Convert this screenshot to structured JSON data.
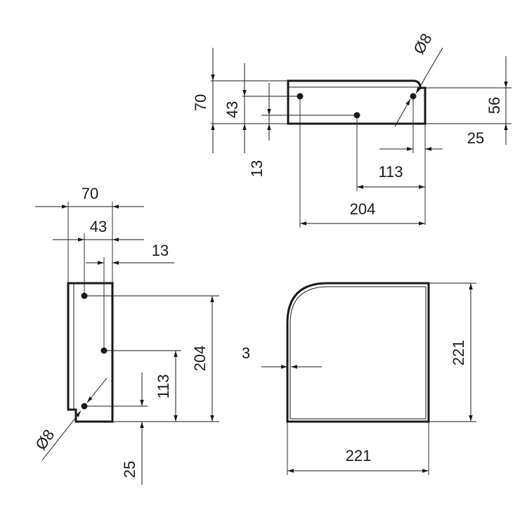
{
  "colors": {
    "ink": "#1a1a1a",
    "background": "#ffffff"
  },
  "top_view": {
    "dims": {
      "height_70": "70",
      "height_43": "43",
      "height_13": "13",
      "height_56": "56",
      "offset_25": "25",
      "span_113": "113",
      "span_204": "204",
      "hole_dia": "Ø8"
    }
  },
  "side_view": {
    "dims": {
      "width_70": "70",
      "width_43": "43",
      "width_13": "13",
      "height_204": "204",
      "height_113": "113",
      "offset_25": "25",
      "hole_dia": "Ø8"
    }
  },
  "plan_view": {
    "dims": {
      "thickness_3": "3",
      "width_221": "221",
      "height_221": "221"
    }
  }
}
